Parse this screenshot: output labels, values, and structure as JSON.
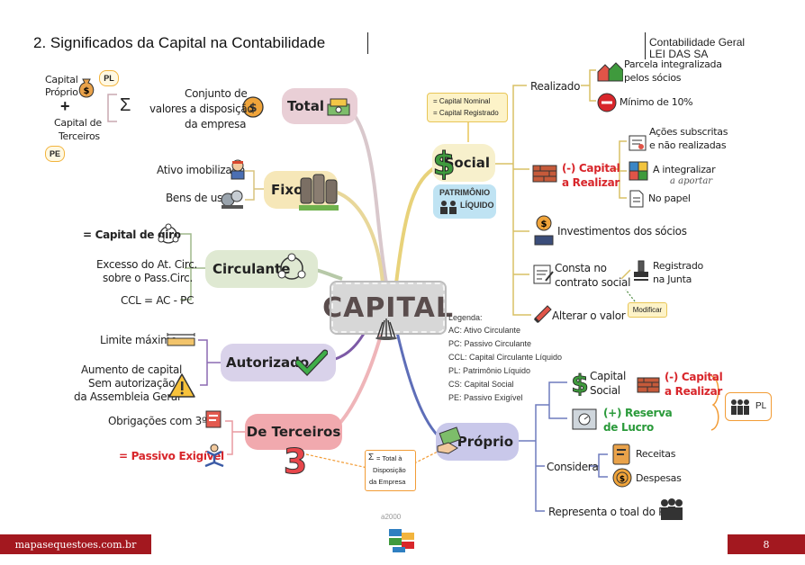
{
  "header": {
    "title": "2. Significados da Capital na Contabilidade",
    "subject": "Contabilidade Geral",
    "topic": "LEI DAS SA"
  },
  "center": {
    "label": "CAPITAL"
  },
  "branches": {
    "total": {
      "label": "Total",
      "def": [
        "Conjunto de",
        "valores a disposição",
        "da empresa"
      ],
      "sigma": "Σ",
      "item1": [
        "Capital",
        "Próprio"
      ],
      "plus": "+",
      "item2": [
        "Capital de",
        "Terceiros"
      ],
      "badge1": "PL",
      "badge2": "PE"
    },
    "fixo": {
      "label": "Fixo",
      "items": [
        "Ativo imobilizado",
        "Bens de uso"
      ]
    },
    "circulante": {
      "label": "Circulante",
      "items": [
        "= Capital de giro",
        "Excesso do At. Circ.",
        "sobre o Pass.Circ.",
        "CCL = AC - PC"
      ]
    },
    "autorizado": {
      "label": "Autorizado",
      "items": [
        "Limite máximo",
        "Aumento de capital",
        "Sem autorização",
        "da Assembleia Geral"
      ]
    },
    "terceiros": {
      "label": "De Terceiros",
      "items": [
        "Obrigações com 3ºs",
        "= Passivo Exigível"
      ],
      "note": [
        "= Total à",
        "Disposição",
        "da Empresa"
      ],
      "note_sigma": "Σ"
    },
    "social": {
      "label": "Social",
      "callout": [
        "= Capital Nominal",
        "= Capital Registrado"
      ],
      "pl": [
        "PATRIMÔNIO",
        "LÍQUIDO"
      ],
      "realizado": "Realizado",
      "parcela": [
        "Parcela integralizada",
        "pelos sócios"
      ],
      "minimo": "Mínimo de 10%",
      "realizar": [
        "(-) Capital",
        "a Realizar"
      ],
      "acoes": [
        "Ações subscritas",
        "e não realizadas"
      ],
      "integralizar": [
        "A integralizar",
        "a aportar"
      ],
      "papel": "No papel",
      "investimentos": "Investimentos dos sócios",
      "consta": [
        "Consta no",
        "contrato social"
      ],
      "registrado": [
        "Registrado",
        "na Junta"
      ],
      "modificar": "Modificar",
      "alterar": "Alterar o valor"
    },
    "proprio": {
      "label": "Próprio",
      "cs": [
        "Capital",
        "Social"
      ],
      "realizar": [
        "(-) Capital",
        "a Realizar"
      ],
      "reserva": [
        "(+) Reserva",
        "de Lucro"
      ],
      "considera": "Considera",
      "receitas": "Receitas",
      "despesas": "Despesas",
      "representa": "Representa o toal do PL",
      "pl": "PL"
    }
  },
  "legend": {
    "title": "Legenda:",
    "items": [
      "AC: Ativo Circulante",
      "PC: Passivo Circulante",
      "CCL: Capital Circulante Líquido",
      "PL: Patrimônio Líquido",
      "CS: Capital Social",
      "PE: Passivo Exigível"
    ]
  },
  "footer": {
    "site": "mapasequestoes.com.br",
    "code": "a2000",
    "page": "8"
  },
  "colors": {
    "total": "#e9cfd6",
    "fixo": "#f6e7b8",
    "circulante": "#dfe9d2",
    "autorizado": "#d9d2ea",
    "terceiros": "#f1a9ae",
    "social": "#f7f0cc",
    "proprio": "#c9c8ea",
    "footer": "#a3181f"
  }
}
